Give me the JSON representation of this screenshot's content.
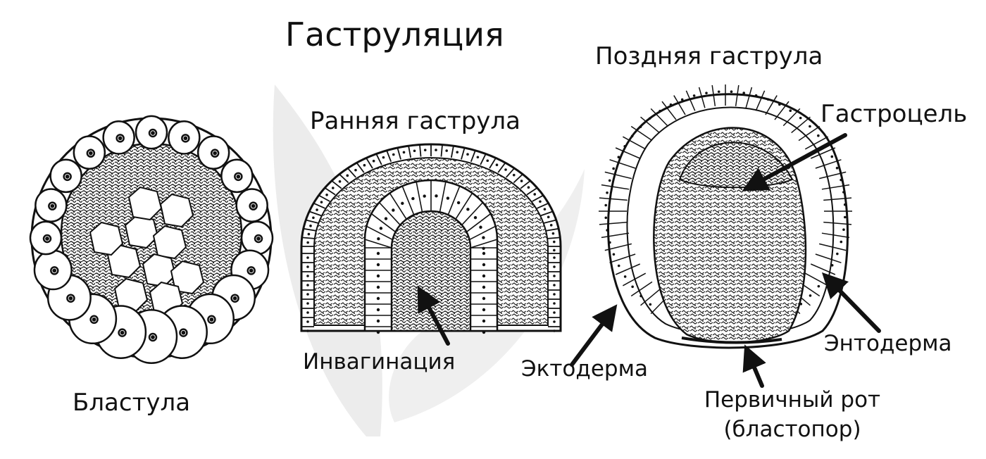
{
  "title": "Гаструляция",
  "stages": {
    "blastula": "Бластула",
    "early_gastrula": "Ранняя гаструла",
    "late_gastrula": "Поздняя гаструла"
  },
  "annotations": {
    "invagination": "Инвагинация",
    "ectoderm": "Эктодерма",
    "endoderm": "Энтодерма",
    "gastrocoel": "Гастроцель",
    "blastopore_line1": "Первичный рот",
    "blastopore_line2": "(бластопор)"
  },
  "colors": {
    "ink": "#111111",
    "cell_fill": "#ffffff",
    "texture_fill": "#9a9a9a",
    "watermark": "#e6e6e6"
  }
}
